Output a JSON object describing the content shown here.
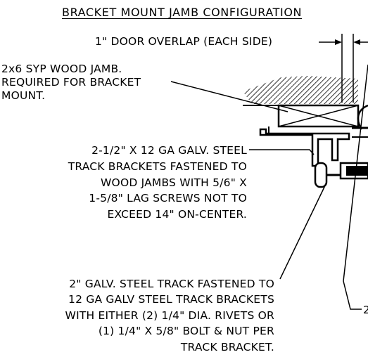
{
  "title": "BRACKET MOUNT JAMB CONFIGURATION",
  "callouts": {
    "overlap": "1\" DOOR OVERLAP (EACH SIDE)",
    "jamb": [
      "2x6 SYP WOOD JAMB.",
      "REQUIRED FOR BRACKET",
      "MOUNT."
    ],
    "brackets": [
      "2-1/2\" X 12 GA GALV. STEEL",
      "TRACK BRACKETS FASTENED TO",
      "WOOD JAMBS WITH 5/6\" X",
      "1-5/8\" LAG SCREWS NOT TO",
      "EXCEED 14\" ON-CENTER."
    ],
    "track": [
      "2\" GALV. STEEL TRACK FASTENED TO",
      "12 GA GALV STEEL TRACK BRACKETS",
      "WITH EITHER (2) 1/4\" DIA. RIVETS OR",
      "(1) 1/4\" X 5/8\" BOLT & NUT PER",
      "TRACK BRACKET."
    ],
    "cutoff": "2"
  }
}
